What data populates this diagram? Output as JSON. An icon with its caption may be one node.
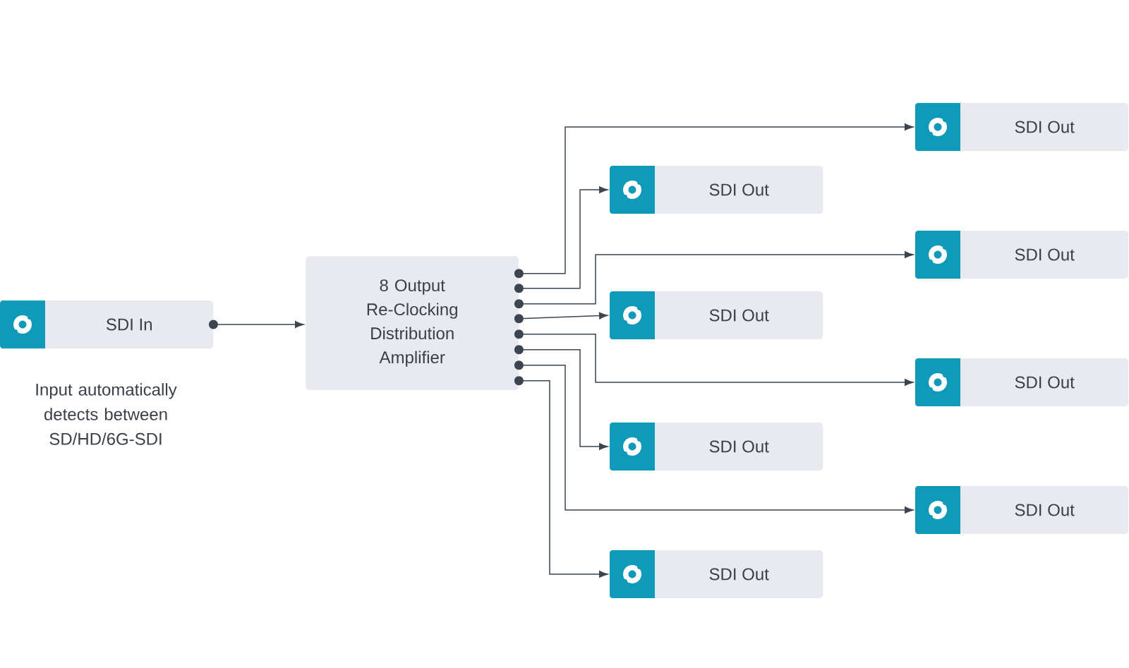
{
  "diagram": {
    "nodes": [
      {
        "text": [
          "SDI In"
        ],
        "beside": [
          "Input automatically detects between SD/HD/6G-SDI"
        ]
      },
      {
        "text": [
          "8 Output Re-Clocking Distribution Amplifier"
        ]
      },
      {
        "text": [
          "SDI Out"
        ]
      },
      {
        "text": [
          "SDI Out"
        ]
      },
      {
        "text": [
          "SDI Out"
        ]
      },
      {
        "text": [
          "SDI Out"
        ]
      },
      {
        "text": [
          "SDI Out"
        ]
      },
      {
        "text": [
          "SDI Out"
        ]
      },
      {
        "text": [
          "SDI Out"
        ]
      },
      {
        "text": [
          "SDI Out"
        ]
      }
    ],
    "edges": [
      {
        "from": 0,
        "to": 1,
        "arrow": "to"
      },
      {
        "from": 1,
        "to": 2,
        "arrow": "to"
      },
      {
        "from": 1,
        "to": 3,
        "arrow": "to"
      },
      {
        "from": 1,
        "to": 4,
        "arrow": "to"
      },
      {
        "from": 1,
        "to": 5,
        "arrow": "to"
      },
      {
        "from": 1,
        "to": 6,
        "arrow": "to"
      },
      {
        "from": 1,
        "to": 7,
        "arrow": "to"
      },
      {
        "from": 1,
        "to": 8,
        "arrow": "to"
      },
      {
        "from": 1,
        "to": 9,
        "arrow": "to"
      }
    ]
  }
}
